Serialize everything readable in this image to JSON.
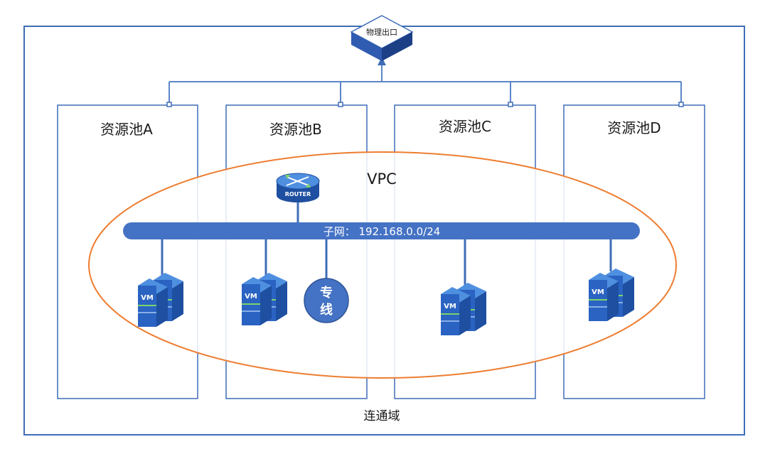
{
  "colors": {
    "frame": "#3f6db8",
    "line": "#5b86c8",
    "ellipse": "#ed7d31",
    "subnet_bar": "#4472c4",
    "device_dark": "#1e4fa0",
    "device_light": "#4f8fe0",
    "text": "#1a1a1a",
    "white": "#ffffff"
  },
  "exit": {
    "label": "物理出口",
    "icon": "physical-exit-node"
  },
  "pools": [
    {
      "label": "资源池A"
    },
    {
      "label": "资源池B"
    },
    {
      "label": "资源池C"
    },
    {
      "label": "资源池D"
    }
  ],
  "vpc": {
    "label": "VPC"
  },
  "router": {
    "label": "ROUTER",
    "icon": "router-icon"
  },
  "subnet": {
    "label": "子网：  192.168.0.0/24"
  },
  "vms": [
    {
      "label": "VM"
    },
    {
      "label": "VM"
    },
    {
      "label": "VM"
    },
    {
      "label": "VM"
    }
  ],
  "dedicated_line": {
    "label_top": "专",
    "label_bottom": "线"
  },
  "domain": {
    "label": "连通域"
  }
}
